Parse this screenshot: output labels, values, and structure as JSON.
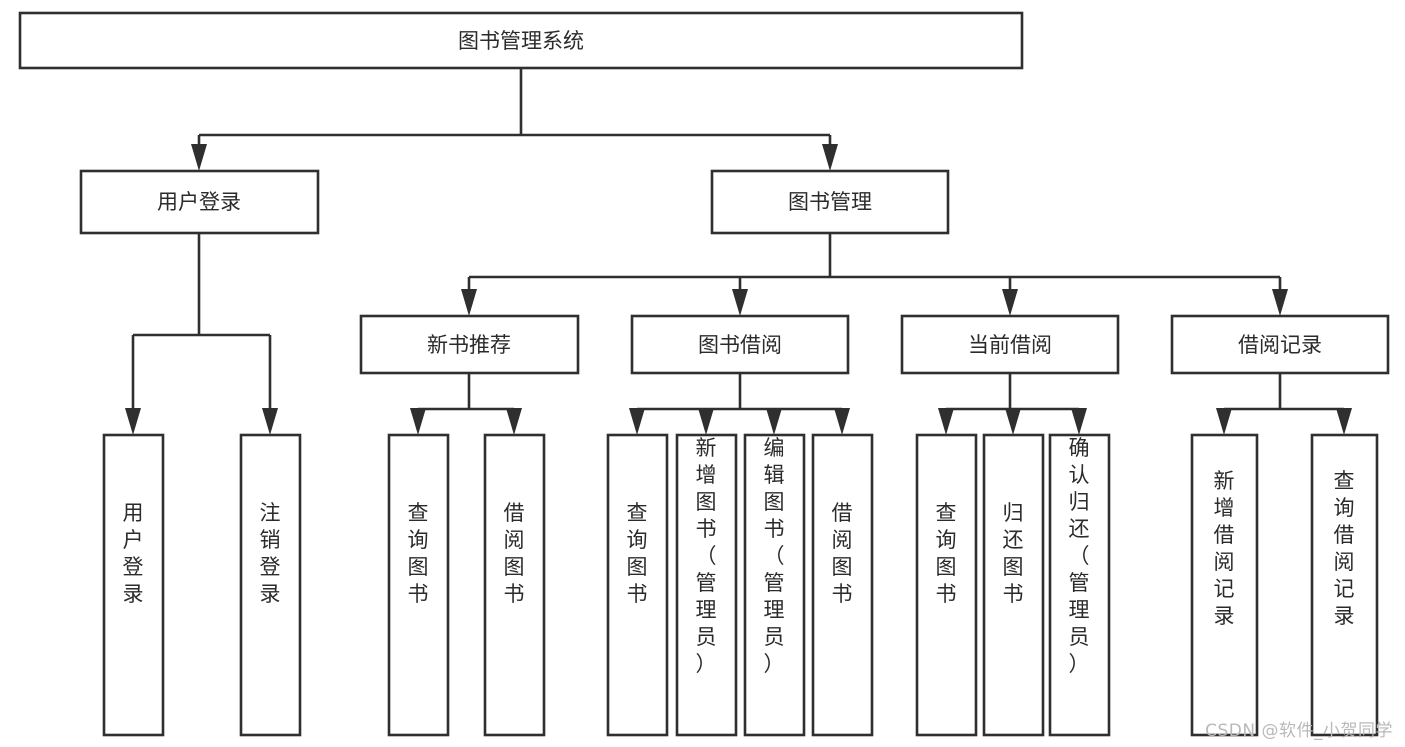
{
  "diagram": {
    "title_node": {
      "label": "图书管理系统"
    },
    "level2": [
      {
        "id": "user-login",
        "label": "用户登录"
      },
      {
        "id": "book-management",
        "label": "图书管理"
      }
    ],
    "level3": [
      {
        "id": "new-book-recommend",
        "label": "新书推荐"
      },
      {
        "id": "book-borrow",
        "label": "图书借阅"
      },
      {
        "id": "current-borrow",
        "label": "当前借阅"
      },
      {
        "id": "borrow-record",
        "label": "借阅记录"
      }
    ],
    "leaves": [
      {
        "id": "leaf-user-login",
        "label": "用户登录",
        "parent": "user-login"
      },
      {
        "id": "leaf-logout",
        "label": "注销登录",
        "parent": "user-login"
      },
      {
        "id": "leaf-query-book-1",
        "label": "查询图书",
        "parent": "new-book-recommend"
      },
      {
        "id": "leaf-borrow-book-1",
        "label": "借阅图书",
        "parent": "new-book-recommend"
      },
      {
        "id": "leaf-query-book-2",
        "label": "查询图书",
        "parent": "book-borrow"
      },
      {
        "id": "leaf-add-book",
        "label": "新增图书（管理员）",
        "parent": "book-borrow"
      },
      {
        "id": "leaf-edit-book",
        "label": "编辑图书（管理员）",
        "parent": "book-borrow"
      },
      {
        "id": "leaf-borrow-book-2",
        "label": "借阅图书",
        "parent": "book-borrow"
      },
      {
        "id": "leaf-query-book-3",
        "label": "查询图书",
        "parent": "current-borrow"
      },
      {
        "id": "leaf-return-book",
        "label": "归还图书",
        "parent": "current-borrow"
      },
      {
        "id": "leaf-confirm-return",
        "label": "确认归还（管理员）",
        "parent": "current-borrow"
      },
      {
        "id": "leaf-add-record",
        "label": "新增借阅记录",
        "parent": "borrow-record"
      },
      {
        "id": "leaf-query-record",
        "label": "查询借阅记录",
        "parent": "borrow-record"
      }
    ]
  },
  "watermark": {
    "text": "CSDN @软件_小贺同学"
  },
  "colors": {
    "stroke": "#2f2f2f",
    "box_fill": "#ffffff",
    "text": "#2b2b2b",
    "watermark": "#b9b9b9",
    "background": "#ffffff"
  }
}
